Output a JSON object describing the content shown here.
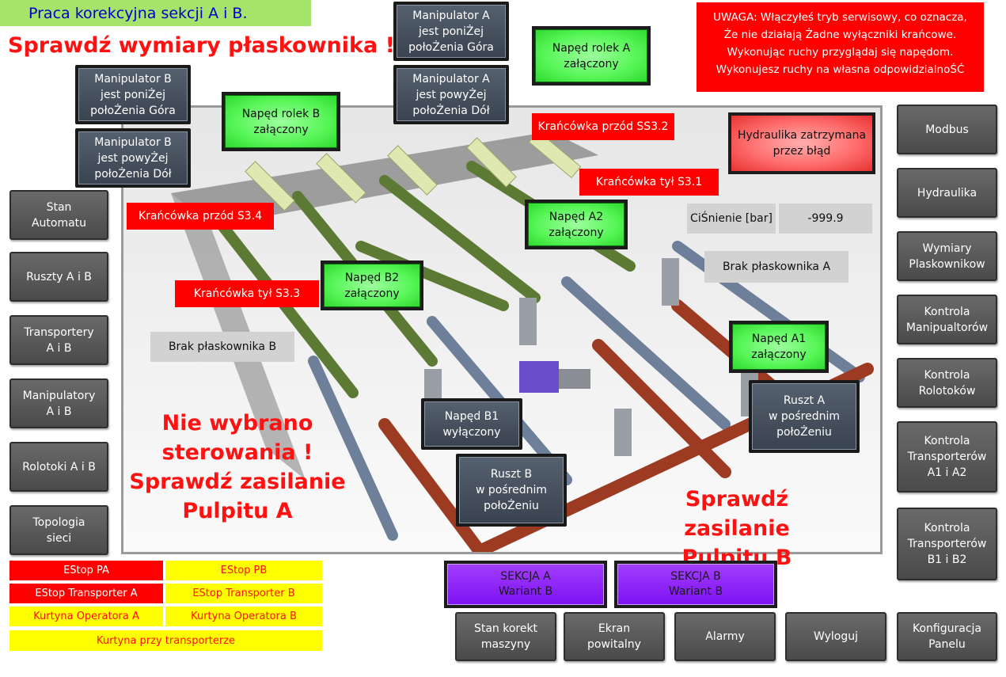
{
  "header": {
    "section_title": "Praca korekcyjna sekcji A i B.",
    "check_dimensions": "Sprawdź wymiary płaskownika !"
  },
  "warning": "UWAGA: Włączyłeś tryb serwisowy, co oznacza,\nŻe nie działają Żadne wyłączniki krańcowe.\nWykonując ruchy przyglądaj się napędom.\nWykonujesz ruchy na własna odpowidzialnoŚĆ",
  "manipulators": {
    "b_below_top": "Manipulator B\njest poniŻej\npołoŻenia Góra",
    "b_above_bottom": "Manipulator B\njest powyŻej\npołoŻenia Dół",
    "a_below_top": "Manipulator A\njest poniŻej\npołoŻenia Góra",
    "a_above_bottom": "Manipulator A\njest powyŻej\npołoŻenia Dół"
  },
  "drives": {
    "rolek_a": "Napęd rolek A\nzałączony",
    "rolek_b": "Napęd rolek B\nzałączony",
    "a2": "Napęd A2\nzałączony",
    "b2": "Napęd B2\nzałączony",
    "a1": "Napęd A1\nzałączony",
    "b1": "Napęd B1\nwyłączony"
  },
  "limit_switches": {
    "front_ss32": "Krańcówka przód SS3.2",
    "rear_s31": "Krańcówka tył  S3.1",
    "front_s34": "Krańcówka przód S3.4",
    "rear_s33": "Krańcówka tył  S3.3"
  },
  "hydraulics_stopped": "Hydraulika zatrzymana\nprzez błąd",
  "pressure": {
    "label": "CiŚnienie [bar]",
    "value": "-999.9"
  },
  "missing_flat": {
    "a": "Brak płaskownika A",
    "b": "Brak płaskownika B"
  },
  "grates": {
    "a": "Ruszt A\nw pośrednim\npołoŻeniu",
    "b": "Ruszt B\nw pośrednim\npołoŻeniu"
  },
  "messages": {
    "no_control": "Nie wybrano\nsterowania !\nSprawdź zasilanie\nPulpitu A",
    "power_b": "Sprawdź zasilanie\nPulpitu B"
  },
  "left_nav": [
    "Stan\nAutomatu",
    "Ruszty A i B",
    "Transportery\nA i B",
    "Manipulatory\nA i B",
    "Rolotoki A i B",
    "Topologia\nsieci"
  ],
  "right_nav": [
    "Modbus",
    "Hydraulika",
    "Wymiary\nPlaskownikow",
    "Kontrola\nManipualtorów",
    "Kontrola\nRolotoków",
    "Kontrola\nTransporterów\nA1 i A2",
    "Kontrola\nTransporterów\nB1 i B2"
  ],
  "estops": [
    {
      "label": "EStop PA",
      "state": "active"
    },
    {
      "label": "EStop PB",
      "state": "ok"
    },
    {
      "label": "EStop Transporter A",
      "state": "active"
    },
    {
      "label": "EStop Transporter B",
      "state": "ok"
    },
    {
      "label": "Kurtyna Operatora A",
      "state": "ok"
    },
    {
      "label": "Kurtyna Operatora B",
      "state": "ok"
    },
    {
      "label": "Kurtyna przy transporterze",
      "state": "ok"
    }
  ],
  "sections": {
    "a": "SEKCJA A\nWariant B",
    "b": "SEKCJA B\nWariant B"
  },
  "bottom_nav": [
    "Stan korekt\nmaszyny",
    "Ekran\npowitalny",
    "Alarmy",
    "Wyloguj",
    "Konfiguracja\nPanelu"
  ],
  "colors": {
    "alarm_red": "#ff0000",
    "estop_yellow": "#ffff00",
    "drive_on_green": "#56f556",
    "section_purple": "#8f1dff",
    "title_blue": "#0000cc",
    "title_bar_green": "#a6e36a"
  }
}
